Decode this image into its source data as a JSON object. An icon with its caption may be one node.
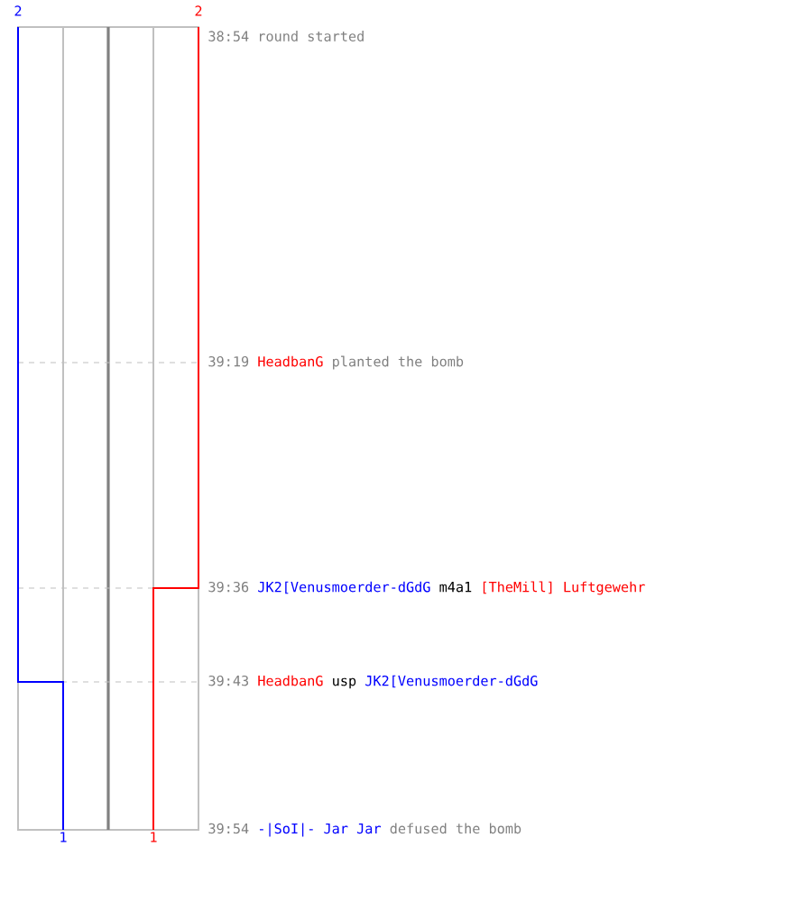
{
  "diagram": {
    "labels": [
      "2",
      "2",
      "38:54",
      "round started",
      "39:19",
      "HeadbanG",
      "planted the bomb",
      "39:36",
      "JK2[Venusmoerder-dGdG",
      "m4a1",
      "[TheMill] Luftgewehr",
      "39:43",
      "HeadbanG",
      "usp",
      "JK2[Venusmoerder-dGdG",
      "39:54",
      "-|SoI|- Jar Jar",
      "defused the bomb",
      "1",
      "1"
    ]
  }
}
